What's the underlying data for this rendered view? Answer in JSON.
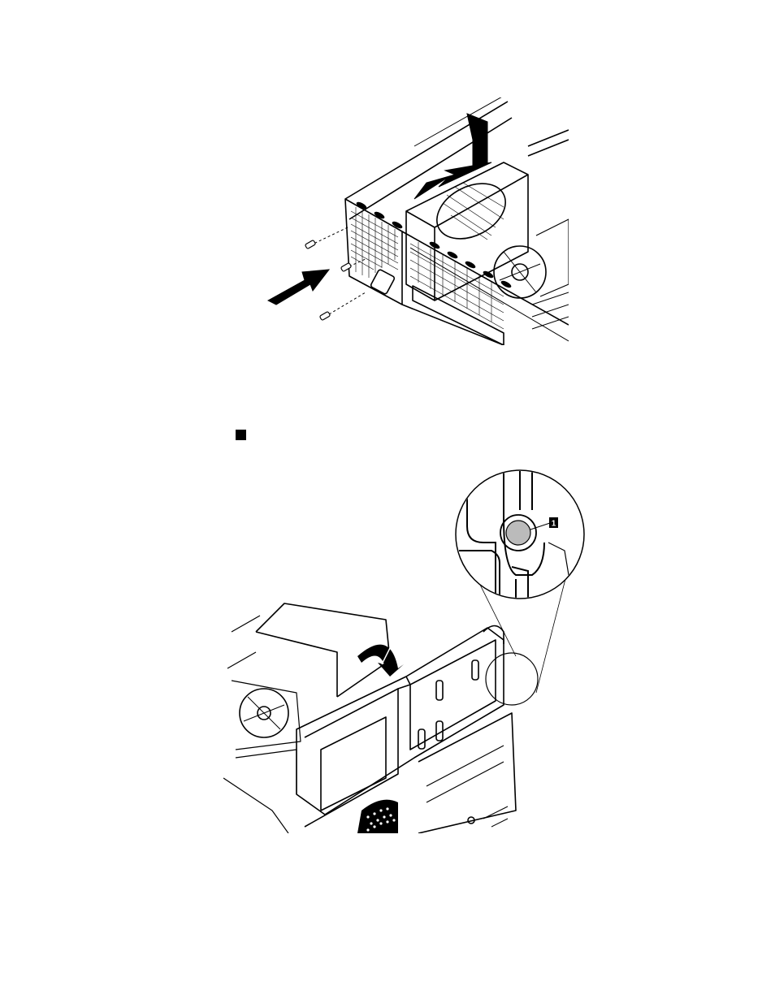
{
  "figures": [
    {
      "id": "install-power-supply",
      "callouts": []
    },
    {
      "id": "pivot-drive-bracket",
      "callouts": [
        "1"
      ]
    }
  ],
  "callout_1": "1"
}
